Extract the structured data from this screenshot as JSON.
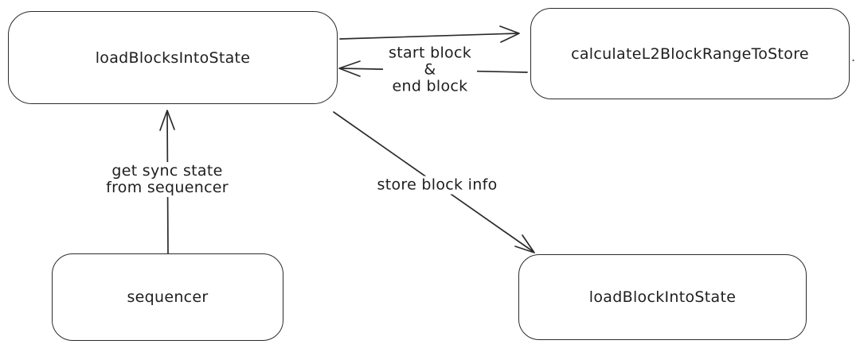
{
  "diagram": {
    "background_color": "#ffffff",
    "stroke_color": "#2b2b2e",
    "text_color": "#1e1e1e",
    "style": "hand-drawn flowchart",
    "nodes": {
      "load_blocks_into_state": {
        "label": "loadBlocksIntoState"
      },
      "calculate_l2_block_range_to_store": {
        "label": "calculateL2BlockRangeToStore"
      },
      "sequencer": {
        "label": "sequencer"
      },
      "load_block_into_state": {
        "label": "loadBlockIntoState"
      }
    },
    "edges": [
      {
        "from": "loadBlocksIntoState",
        "to": "calculateL2BlockRangeToStore",
        "direction": "right",
        "label": ""
      },
      {
        "from": "calculateL2BlockRangeToStore",
        "to": "loadBlocksIntoState",
        "direction": "left",
        "label": "start block & end block"
      },
      {
        "from": "sequencer",
        "to": "loadBlocksIntoState",
        "direction": "up",
        "label": "get sync state from sequencer"
      },
      {
        "from": "loadBlocksIntoState",
        "to": "loadBlockIntoState",
        "direction": "down-right",
        "label": "store block info"
      }
    ],
    "edge_labels": {
      "start_end_block": [
        "start block",
        "&",
        "end block"
      ],
      "get_sync_state": [
        "get sync state",
        "from sequencer"
      ],
      "store_block_info": [
        "store block info"
      ]
    },
    "stray_mark": "."
  }
}
